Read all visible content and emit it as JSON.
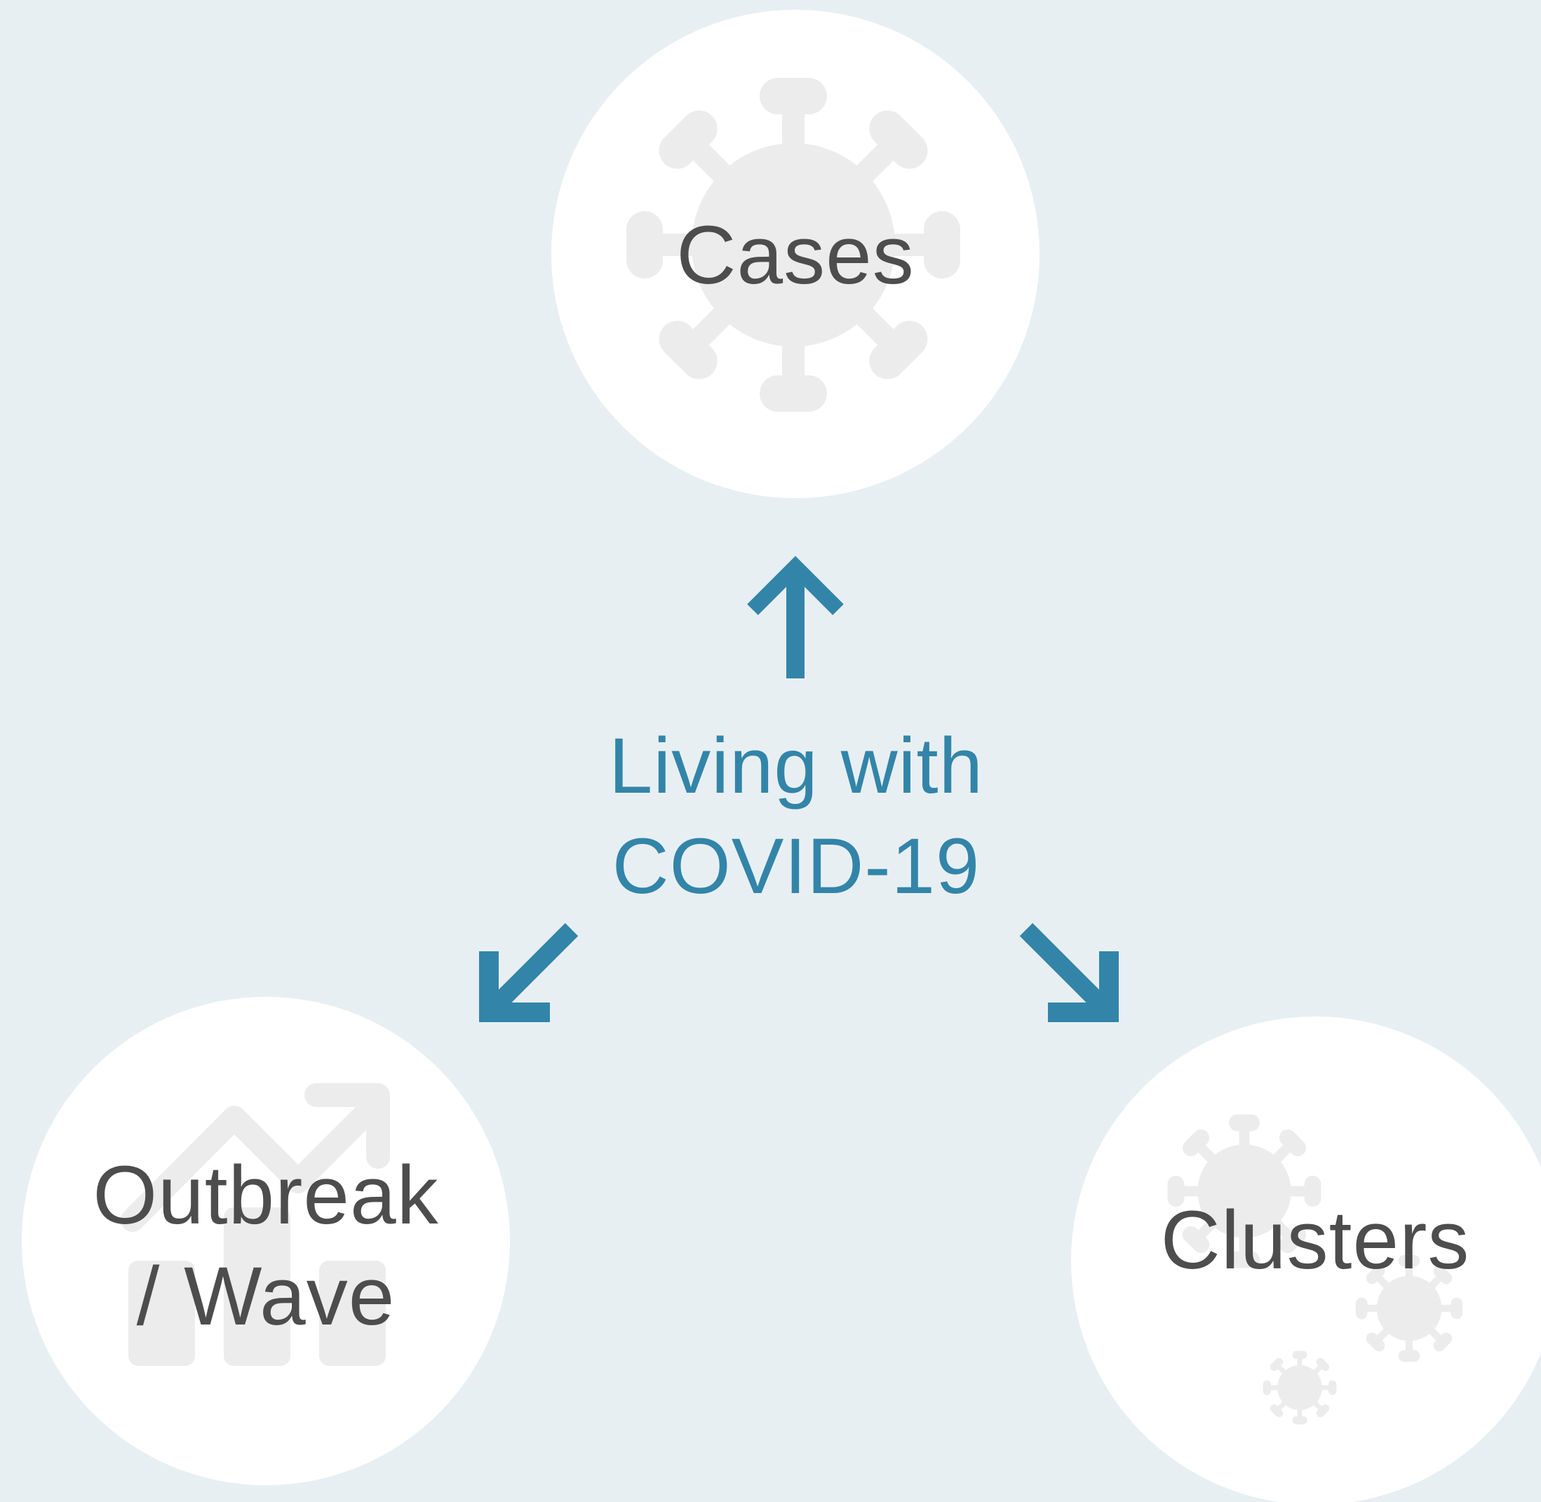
{
  "diagram": {
    "center": {
      "text": "Living with\nCOVID-19",
      "color": "#3285a8"
    },
    "nodes": [
      {
        "id": "cases",
        "label": "Cases",
        "icon": "virus-icon"
      },
      {
        "id": "outbreak",
        "label": "Outbreak\n/ Wave",
        "icon": "trend-chart-icon"
      },
      {
        "id": "clusters",
        "label": "Clusters",
        "icon": "virus-cluster-icon"
      }
    ],
    "edges": [
      {
        "from": "center",
        "to": "cases"
      },
      {
        "from": "center",
        "to": "outbreak"
      },
      {
        "from": "center",
        "to": "clusters"
      }
    ],
    "colors": {
      "background": "#e8eff3",
      "node_fill": "#ffffff",
      "icon_fill": "#ececec",
      "label_text": "#4d4d4d",
      "accent": "#3285a8"
    }
  }
}
